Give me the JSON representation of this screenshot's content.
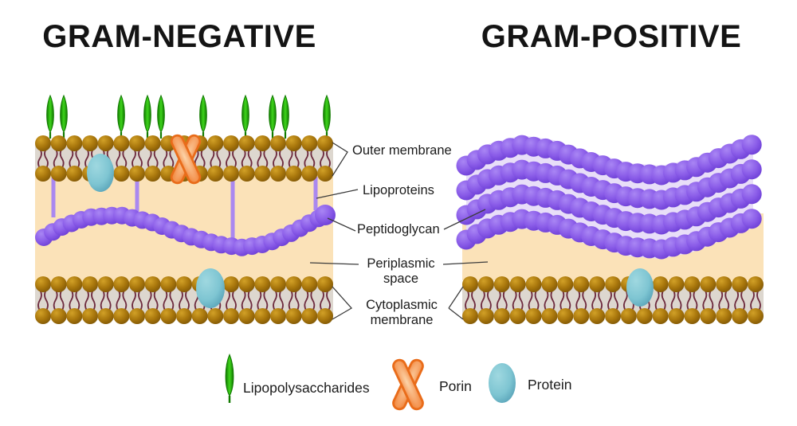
{
  "titles": {
    "gram_negative": "GRAM-NEGATIVE",
    "gram_positive": "GRAM-POSITIVE"
  },
  "labels": {
    "outer_membrane": "Outer membrane",
    "lipoproteins": "Lipoproteins",
    "peptidoglycan": "Peptidoglycan",
    "periplasmic_line1": "Periplasmic",
    "periplasmic_line2": "space",
    "cytoplasmic_line1": "Cytoplasmic",
    "cytoplasmic_line2": "membrane"
  },
  "legend": {
    "lipopolysaccharides": "Lipopolysaccharides",
    "porin": "Porin",
    "protein": "Protein"
  },
  "colors": {
    "title_text": "#141414",
    "label_text": "#1b1b1b",
    "leader": "#3c3c3c",
    "lipid_head_light": "#d2a127",
    "lipid_head": "#a8760c",
    "lipid_head_dark": "#7d5506",
    "lipid_tail": "#6d2a3e",
    "tail_band": "#ddd7cf",
    "periplasm": "#fbe2b8",
    "pg_light": "#a986f4",
    "pg": "#8a5ce8",
    "pg_dark": "#6a3cd4",
    "pg_bg": "#e8def8",
    "lipoprotein": "#aa88f0",
    "lps_light": "#3ed41c",
    "lps": "#2db90d",
    "lps_dark": "#117a00",
    "porin_fill": "#fcd4a9",
    "porin_mid": "#f6a163",
    "porin_deep": "#ef7c2d",
    "porin_edge": "#e96c1a",
    "protein_light": "#9fd8e0",
    "protein": "#7ec5d2",
    "protein_dark": "#549fb5"
  }
}
